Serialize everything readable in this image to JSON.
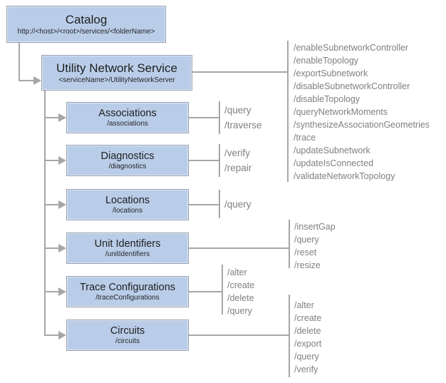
{
  "colors": {
    "box_fill": "#b9cde9",
    "box_border": "#97a0ae",
    "connector": "#a6a6a6",
    "title_text": "#1f1f1f",
    "operation_text": "#808080"
  },
  "catalog": {
    "title": "Catalog",
    "subtitle": "http://<host>/<root>/services/<folderName>"
  },
  "service": {
    "title": "Utility Network Service",
    "subtitle": "<serviceName>/UtilityNetworkServer",
    "operations": [
      "/enableSubnetworkController",
      "/enableTopology",
      "/exportSubnetwork",
      "/disableSubnetworkController",
      "/disableTopology",
      "/queryNetworkMoments",
      "/synthesizeAssociationGeometries",
      "/trace",
      "/updateSubnetwork",
      "/updateIsConnected",
      "/validateNetworkTopology"
    ]
  },
  "resources": [
    {
      "title": "Associations",
      "subtitle": "/associations",
      "operations": [
        "/query",
        "/traverse"
      ]
    },
    {
      "title": "Diagnostics",
      "subtitle": "/diagnostics",
      "operations": [
        "/verify",
        "/repair"
      ]
    },
    {
      "title": "Locations",
      "subtitle": "/locations",
      "operations": [
        "/query"
      ]
    },
    {
      "title": "Unit Identifiers",
      "subtitle": "/unitIdentifiers",
      "operations": [
        "/insertGap",
        "/query",
        "/reset",
        "/resize"
      ]
    },
    {
      "title": "Trace Configurations",
      "subtitle": "/traceConfigurations",
      "operations": [
        "/alter",
        "/create",
        "/delete",
        "/query"
      ]
    },
    {
      "title": "Circuits",
      "subtitle": "/circuits",
      "operations": [
        "/alter",
        "/create",
        "/delete",
        "/export",
        "/query",
        "/verify"
      ]
    }
  ]
}
